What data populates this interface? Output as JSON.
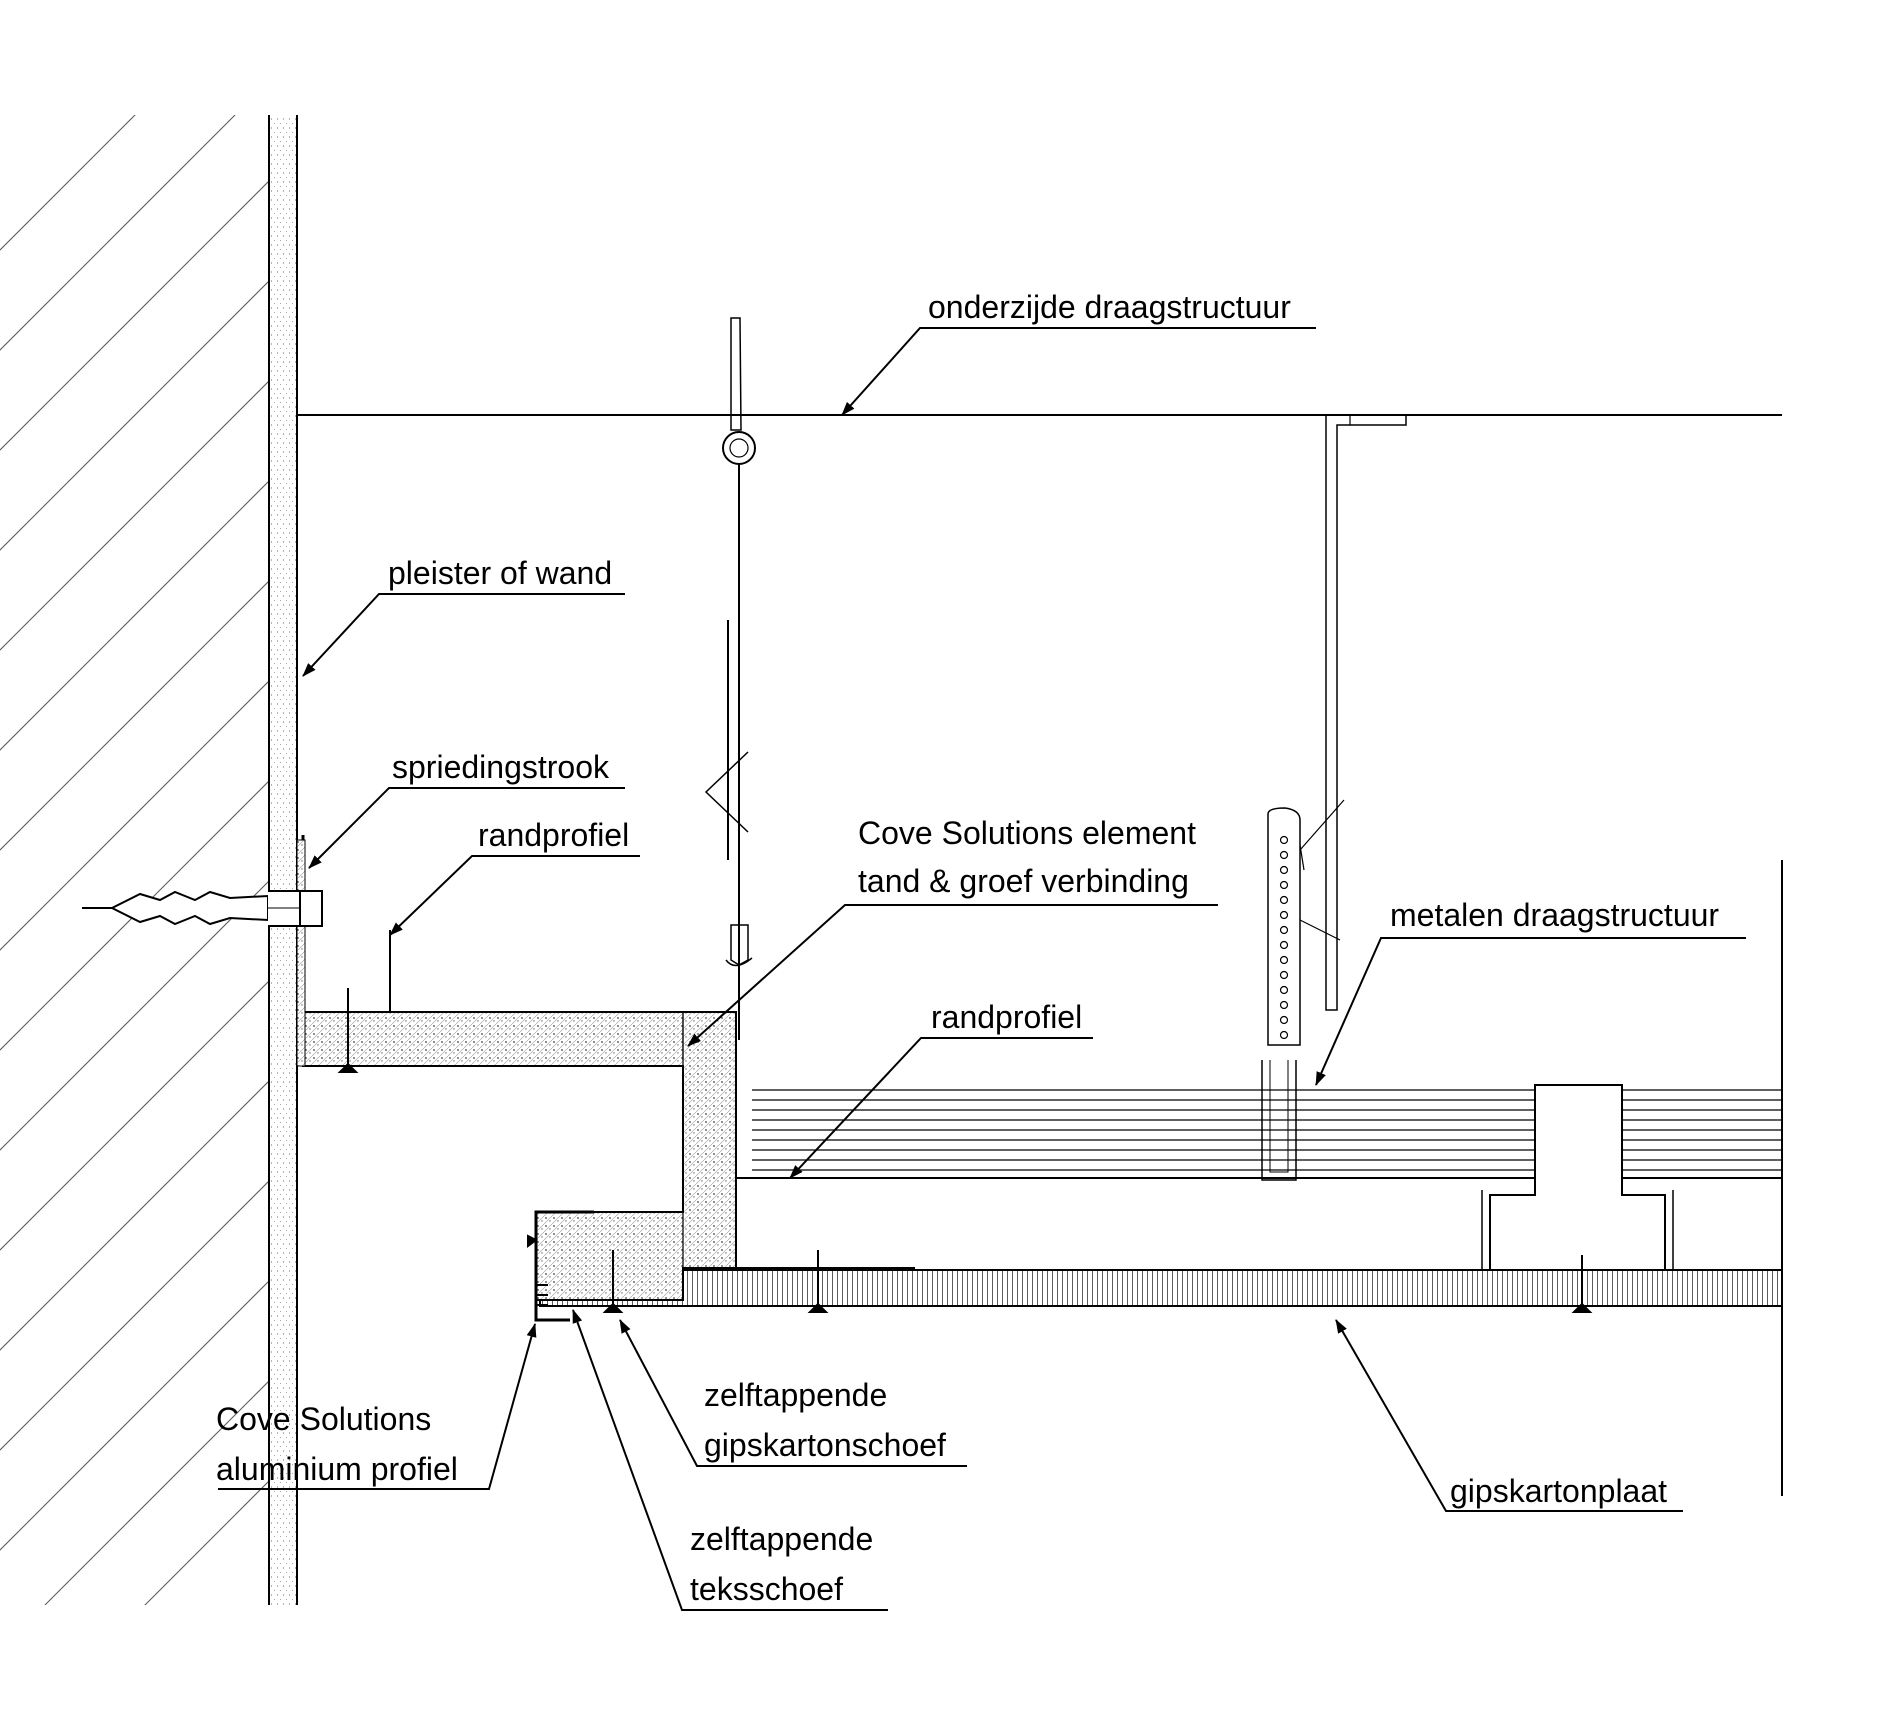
{
  "labels": {
    "onderzijde": "onderzijde draagstructuur",
    "pleister": "pleister of wand",
    "spriedingstrook": "spriedingstrook",
    "randprofiel_top": "randprofiel",
    "cove_element_1": "Cove Solutions element",
    "cove_element_2": "tand & groef verbinding",
    "metalen": "metalen draagstructuur",
    "randprofiel_mid": "randprofiel",
    "cove_alu_1": "Cove Solutions",
    "cove_alu_2": "aluminium profiel",
    "gips_schroef_1": "zelftappende",
    "gips_schroef_2": "gipskartonschoef",
    "teks_schroef_1": "zelftappende",
    "teks_schroef_2": "teksschoef",
    "gipskartonplaat": "gipskartonplaat"
  },
  "colors": {
    "line": "#000000",
    "background": "#ffffff"
  }
}
